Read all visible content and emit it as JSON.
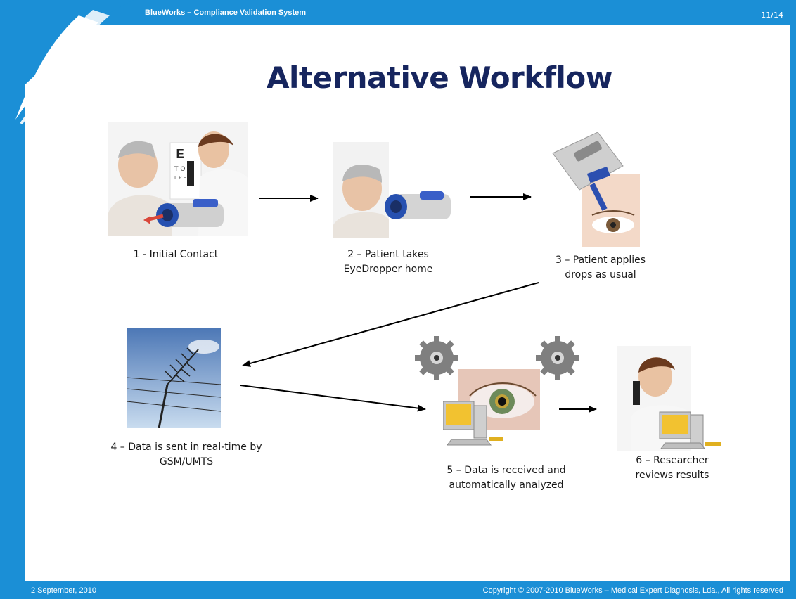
{
  "header": {
    "title": "BlueWorks – Compliance Validation System",
    "page": "11/14"
  },
  "slide": {
    "title": "Alternative Workflow"
  },
  "steps": [
    {
      "line1": "1 - Initial Contact",
      "line2": ""
    },
    {
      "line1": "2 – Patient takes",
      "line2": "EyeDropper home"
    },
    {
      "line1": "3 – Patient applies",
      "line2": "drops as usual"
    },
    {
      "line1": "4 – Data is sent in real-time by",
      "line2": "GSM/UMTS"
    },
    {
      "line1": "5 – Data is received and",
      "line2": "automatically analyzed"
    },
    {
      "line1": "6 – Researcher",
      "line2": "reviews results"
    }
  ],
  "footer": {
    "date": "2 September, 2010",
    "copyright": "Copyright © 2007-2010  BlueWorks – Medical Expert Diagnosis, Lda., All rights reserved"
  },
  "colors": {
    "frame": "#1b8fd6",
    "title": "#16255e"
  }
}
